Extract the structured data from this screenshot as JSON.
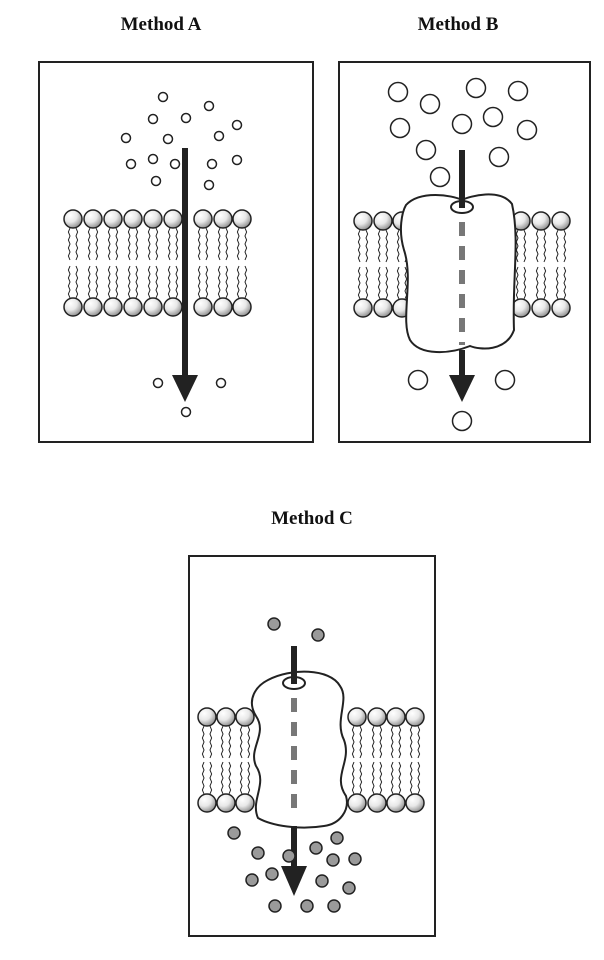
{
  "panels": [
    {
      "title": "Method A"
    },
    {
      "title": "Method B"
    },
    {
      "title": "Method C"
    }
  ],
  "colors": {
    "outline": "#222222",
    "arrow": "#222222",
    "dashed_path": "#777777",
    "filled_particle": "#9a9a9a",
    "open_particle": "#ffffff"
  },
  "icons": [
    "phospholipid-bilayer",
    "transport-protein",
    "molecule",
    "flow-arrow"
  ]
}
